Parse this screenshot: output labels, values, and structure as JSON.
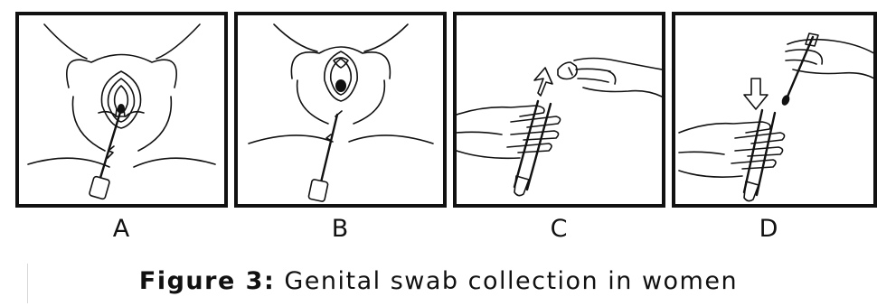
{
  "panels": [
    {
      "label": "A"
    },
    {
      "label": "B"
    },
    {
      "label": "C"
    },
    {
      "label": "D"
    }
  ],
  "caption": {
    "prefix": "Figure 3:",
    "text": " Genital swab collection in women"
  }
}
